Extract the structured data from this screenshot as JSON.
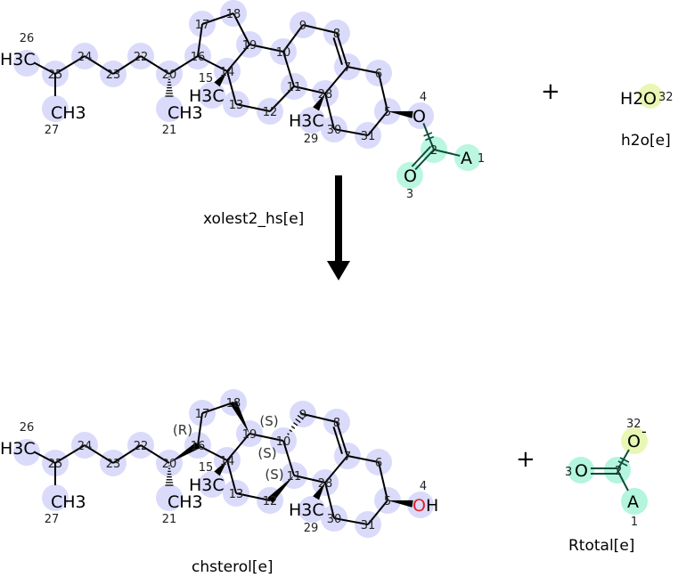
{
  "reaction": {
    "name": "xolest2_hs[e]",
    "plus": "+"
  },
  "colors": {
    "carbon_highlight": "#d6d6fa",
    "group_highlight": "#b3f5dd",
    "water_highlight": "#e9f7b5",
    "oxygen": "#e0202a",
    "acyl": "#0b4d3a",
    "bond": "#000000"
  },
  "reactant_1": {
    "atoms": [
      {
        "id": "26",
        "num": "26",
        "label": "H3C"
      },
      {
        "id": "25",
        "num": "25",
        "label": ""
      },
      {
        "id": "27",
        "num": "27",
        "label": "CH3"
      },
      {
        "id": "24",
        "num": "24",
        "label": ""
      },
      {
        "id": "23",
        "num": "23",
        "label": ""
      },
      {
        "id": "22",
        "num": "22",
        "label": ""
      },
      {
        "id": "20",
        "num": "20",
        "label": ""
      },
      {
        "id": "21",
        "num": "21",
        "label": "CH3"
      },
      {
        "id": "16",
        "num": "16",
        "label": ""
      },
      {
        "id": "17",
        "num": "17",
        "label": ""
      },
      {
        "id": "18",
        "num": "18",
        "label": ""
      },
      {
        "id": "19",
        "num": "19",
        "label": ""
      },
      {
        "id": "14",
        "num": "14",
        "label": ""
      },
      {
        "id": "15",
        "num": "15",
        "label": "H3C"
      },
      {
        "id": "13",
        "num": "13",
        "label": ""
      },
      {
        "id": "12",
        "num": "12",
        "label": ""
      },
      {
        "id": "11",
        "num": "11",
        "label": ""
      },
      {
        "id": "10",
        "num": "10",
        "label": ""
      },
      {
        "id": "9",
        "num": "9",
        "label": ""
      },
      {
        "id": "8",
        "num": "8",
        "label": ""
      },
      {
        "id": "7",
        "num": "7",
        "label": ""
      },
      {
        "id": "6",
        "num": "6",
        "label": ""
      },
      {
        "id": "5",
        "num": "5",
        "label": ""
      },
      {
        "id": "31",
        "num": "31",
        "label": ""
      },
      {
        "id": "30",
        "num": "30",
        "label": ""
      },
      {
        "id": "28",
        "num": "28",
        "label": ""
      },
      {
        "id": "29",
        "num": "29",
        "label": "H3C"
      },
      {
        "id": "4",
        "num": "4",
        "label": "O"
      },
      {
        "id": "2",
        "num": "2",
        "label": ""
      },
      {
        "id": "3",
        "num": "3",
        "label": "O"
      },
      {
        "id": "1",
        "num": "1",
        "label": "A"
      }
    ]
  },
  "reactant_2": {
    "name": "h2o[e]",
    "atoms": [
      {
        "id": "32",
        "num": "32",
        "label": "H2O"
      }
    ]
  },
  "product_1": {
    "name": "chsterol[e]",
    "atoms": [
      {
        "id": "26",
        "num": "26",
        "label": "H3C"
      },
      {
        "id": "25",
        "num": "25",
        "label": ""
      },
      {
        "id": "27",
        "num": "27",
        "label": "CH3"
      },
      {
        "id": "24",
        "num": "24",
        "label": ""
      },
      {
        "id": "23",
        "num": "23",
        "label": ""
      },
      {
        "id": "22",
        "num": "22",
        "label": ""
      },
      {
        "id": "20",
        "num": "20",
        "label": ""
      },
      {
        "id": "21",
        "num": "21",
        "label": "CH3"
      },
      {
        "id": "16",
        "num": "16",
        "label": "",
        "stereo": "(R)"
      },
      {
        "id": "17",
        "num": "17",
        "label": ""
      },
      {
        "id": "18",
        "num": "18",
        "label": ""
      },
      {
        "id": "19",
        "num": "19",
        "label": "",
        "stereo": "(S)"
      },
      {
        "id": "14",
        "num": "14",
        "label": ""
      },
      {
        "id": "15",
        "num": "15",
        "label": "H3C"
      },
      {
        "id": "13",
        "num": "13",
        "label": ""
      },
      {
        "id": "12",
        "num": "12",
        "label": ""
      },
      {
        "id": "11",
        "num": "11",
        "label": "",
        "stereo": "(S)"
      },
      {
        "id": "10",
        "num": "10",
        "label": "",
        "stereo": "(S)"
      },
      {
        "id": "9",
        "num": "9",
        "label": ""
      },
      {
        "id": "8",
        "num": "8",
        "label": ""
      },
      {
        "id": "7",
        "num": "7",
        "label": ""
      },
      {
        "id": "6",
        "num": "6",
        "label": ""
      },
      {
        "id": "5",
        "num": "5",
        "label": ""
      },
      {
        "id": "31",
        "num": "31",
        "label": ""
      },
      {
        "id": "30",
        "num": "30",
        "label": ""
      },
      {
        "id": "28",
        "num": "28",
        "label": ""
      },
      {
        "id": "29",
        "num": "29",
        "label": "H3C"
      },
      {
        "id": "4",
        "num": "4",
        "label": "OH"
      }
    ]
  },
  "product_2": {
    "name": "Rtotal[e]",
    "atoms": [
      {
        "id": "3",
        "num": "3",
        "label": "O"
      },
      {
        "id": "2",
        "num": "2",
        "label": ""
      },
      {
        "id": "32",
        "num": "32",
        "label": "O",
        "charge": "-"
      },
      {
        "id": "1",
        "num": "1",
        "label": "A"
      }
    ]
  }
}
